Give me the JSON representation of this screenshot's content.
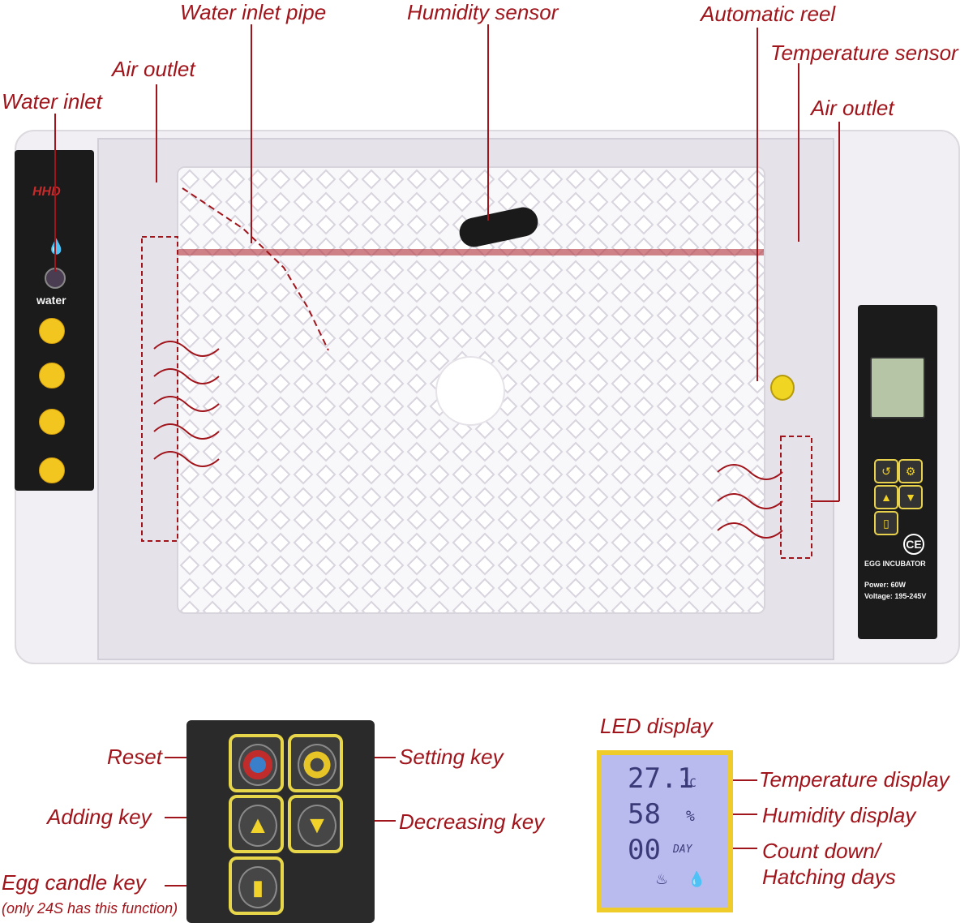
{
  "top_labels": {
    "water_inlet_pipe": "Water inlet pipe",
    "humidity_sensor": "Humidity sensor",
    "automatic_reel": "Automatic reel",
    "air_outlet_left": "Air outlet",
    "temperature_sensor": "Temperature sensor",
    "water_inlet": "Water inlet",
    "air_outlet_right": "Air outlet"
  },
  "left_panel": {
    "brand": "HHD",
    "water": "water"
  },
  "right_panel": {
    "ce_mark": "CE",
    "model": "EGG INCUBATOR",
    "power": "Power: 60W",
    "voltage": "Voltage: 195-245V"
  },
  "key_labels": {
    "reset": "Reset",
    "setting_key": "Setting key",
    "adding_key": "Adding key",
    "decreasing_key": "Decreasing key",
    "egg_candle_key": "Egg candle key",
    "egg_candle_note": "(only 24S has this function)"
  },
  "led": {
    "title": "LED display",
    "temperature": "27.1",
    "temperature_unit": "°C",
    "humidity": "58",
    "humidity_unit": "%",
    "days": "00",
    "days_unit": "DAY",
    "temperature_label": "Temperature display",
    "humidity_label": "Humidity display",
    "countdown_label_1": "Count down/",
    "countdown_label_2": "Hatching days"
  },
  "colors": {
    "annotation": "#a0141b",
    "button_border": "#e7d54a",
    "lcd_background": "#b9bbef",
    "panel_black": "#1b1b1b"
  }
}
